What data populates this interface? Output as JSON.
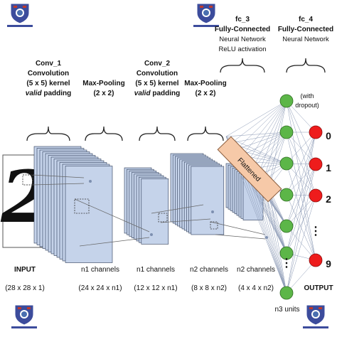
{
  "labels": {
    "conv1_l1": "Conv_1",
    "conv1_l2": "Convolution",
    "conv1_l3": "(5 x 5) kernel",
    "conv1_l4a": "valid",
    "conv1_l4b": " padding",
    "pool1_l1": "Max-Pooling",
    "pool1_l2": "(2 x 2)",
    "conv2_l1": "Conv_2",
    "conv2_l2": "Convolution",
    "conv2_l3": "(5 x 5) kernel",
    "conv2_l4a": "valid",
    "conv2_l4b": " padding",
    "pool2_l1": "Max-Pooling",
    "pool2_l2": "(2 x 2)",
    "fc3_l1": "fc_3",
    "fc3_l2": "Fully-Connected",
    "fc3_l3": "Neural Network",
    "fc3_l4": "ReLU activation",
    "fc4_l1": "fc_4",
    "fc4_l2": "Fully-Connected",
    "fc4_l3": "Neural Network",
    "dropout_l1": "(with",
    "dropout_l2": "dropout)",
    "flattened": "Flattened",
    "input_l1": "INPUT",
    "input_l2": "(28 x 28 x 1)",
    "s1_l1": "n1 channels",
    "s1_l2": "(24 x 24 x n1)",
    "s2_l1": "n1 channels",
    "s2_l2": "(12 x 12 x n1)",
    "s3_l1": "n2 channels",
    "s3_l2": "(8 x 8 x n2)",
    "s4_l1": "n2 channels",
    "s4_l2": "(4 x 4 x n2)",
    "n3_units": "n3 units",
    "output": "OUTPUT",
    "out_0": "0",
    "out_1": "1",
    "out_2": "2",
    "out_9": "9",
    "dots": "⋮",
    "digit": "2"
  },
  "colors": {
    "feature_map": "#c5d3ea",
    "feature_map_stroke": "#2b3a55",
    "flatten_bar": "#f6c9a8",
    "hidden_node": "#5cb648",
    "output_node": "#ee1c1c",
    "logo": "#3c4c9c"
  },
  "icons": [
    "university-shield-icon"
  ]
}
